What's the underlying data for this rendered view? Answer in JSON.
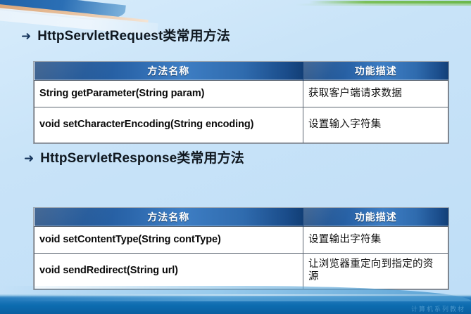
{
  "slide": {
    "background_color": "#c8e3f8",
    "accent_header_color": "#2b66ab",
    "accent_green_color": "#7cc05a",
    "footer_color": "#0d6cb0",
    "watermark_text": "计算机系列教材"
  },
  "sections": [
    {
      "heading": {
        "bullet": "➜",
        "text": "HttpServletRequest类常用方法"
      },
      "table": {
        "columns": [
          "方法名称",
          "功能描述"
        ],
        "rows": [
          {
            "name": "String getParameter(String param)",
            "desc": "获取客户端请求数据"
          },
          {
            "name": "void setCharacterEncoding(String encoding)",
            "desc": "设置输入字符集"
          }
        ]
      }
    },
    {
      "heading": {
        "bullet": "➜",
        "text": "HttpServletResponse类常用方法"
      },
      "table": {
        "columns": [
          "方法名称",
          "功能描述"
        ],
        "rows": [
          {
            "name": "void setContentType(String contType)",
            "desc": "设置输出字符集"
          },
          {
            "name": "void sendRedirect(String url)",
            "desc": "让浏览器重定向到指定的资源"
          }
        ]
      }
    }
  ]
}
